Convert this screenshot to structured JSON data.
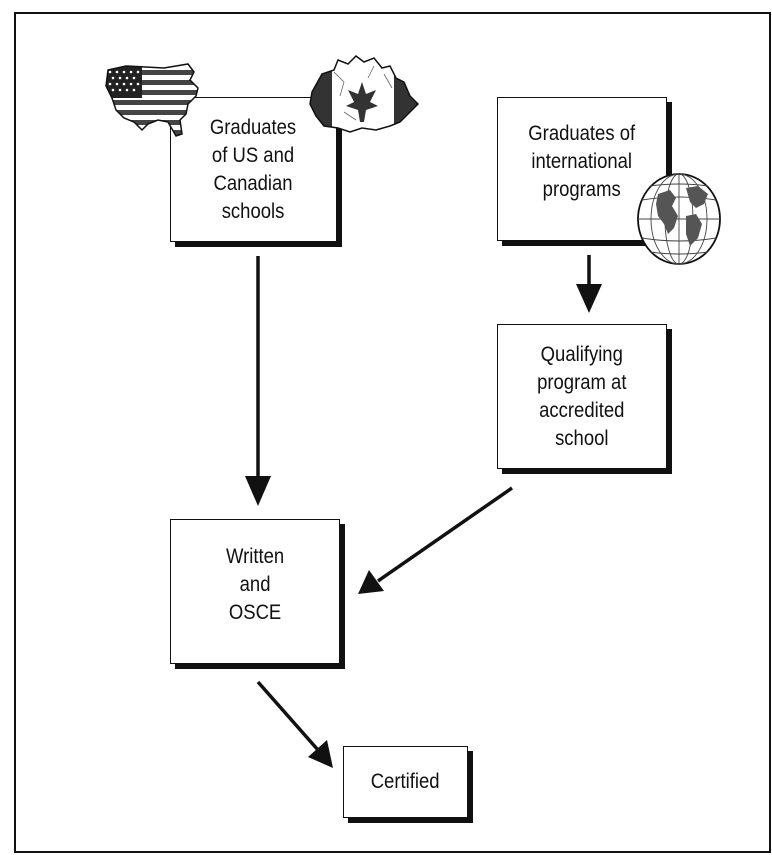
{
  "nodes": {
    "us_canadian": "Graduates\nof US and\nCanadian\nschools",
    "international": "Graduates of\ninternational\nprograms",
    "qualifying": "Qualifying\nprogram at\naccredited\nschool",
    "written_osce": "Written\nand\nOSCE",
    "certified": "Certified"
  },
  "icons": {
    "us": "us-flag-map-icon",
    "canada": "canada-flag-map-icon",
    "globe": "globe-icon"
  },
  "colors": {
    "line": "#111111",
    "background": "#ffffff",
    "flag_red": "#555555"
  }
}
